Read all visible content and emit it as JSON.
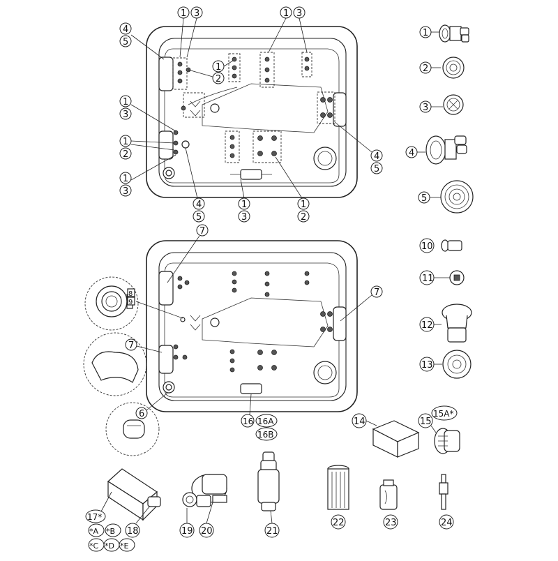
{
  "callouts_top_tub": {
    "l13_a": "1",
    "l13_a2": "3",
    "l13_b": "1",
    "l13_b2": "3",
    "l45_tl": "4",
    "l45_tl2": "5",
    "l12_c": "1",
    "l12_c2": "2",
    "l13_left": "1",
    "l13_left2": "3",
    "l12_left": "1",
    "l12_left2": "2",
    "l13_left_low": "1",
    "l13_left_low2": "3",
    "l45_bottom": "4",
    "l45_bottom2": "5",
    "l13_bottom": "1",
    "l13_bottom2": "3",
    "l12_bottom": "1",
    "l12_bottom2": "2",
    "l45_right": "4",
    "l45_right2": "5"
  },
  "callouts_bottom_tub": {
    "c7_top": "7",
    "c7_right": "7",
    "c7_left": "7",
    "c8": "8",
    "c9": "9",
    "c6": "6",
    "c16": "16",
    "c16a": "16A",
    "c16b": "16B"
  },
  "parts_column": [
    "1",
    "2",
    "3",
    "4",
    "5",
    "10",
    "11",
    "12",
    "13",
    "14",
    "15",
    "15A*"
  ],
  "bottom_row": [
    "17*",
    "18",
    "19",
    "20",
    "21",
    "22",
    "23",
    "24"
  ],
  "options": [
    "*A",
    "*B",
    "*C",
    "*D",
    "*E"
  ]
}
